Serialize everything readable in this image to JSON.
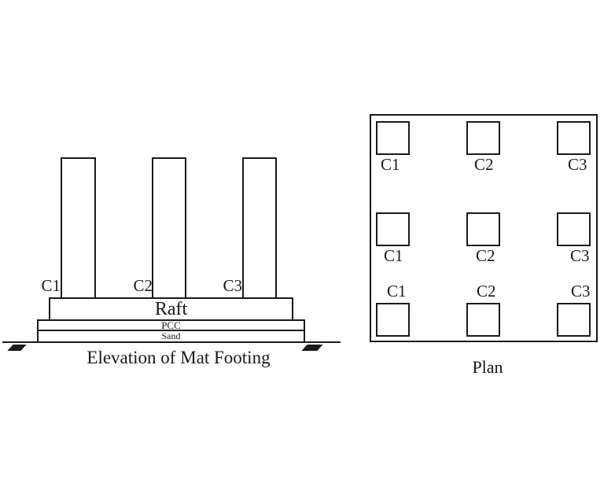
{
  "colors": {
    "line": "#1a1a1a",
    "background": "#ffffff"
  },
  "elevation": {
    "title": "Elevation of Mat Footing",
    "column_labels": [
      "C1",
      "C2",
      "C3"
    ],
    "layers": {
      "raft": "Raft",
      "pcc": "PCC",
      "sand": "Sand"
    }
  },
  "plan": {
    "title": "Plan",
    "rows": [
      {
        "position": "below",
        "labels": [
          "C1",
          "C2",
          "C3"
        ]
      },
      {
        "position": "below",
        "labels": [
          "C1",
          "C2",
          "C3"
        ]
      },
      {
        "position": "above",
        "labels": [
          "C1",
          "C2",
          "C3"
        ]
      }
    ]
  }
}
